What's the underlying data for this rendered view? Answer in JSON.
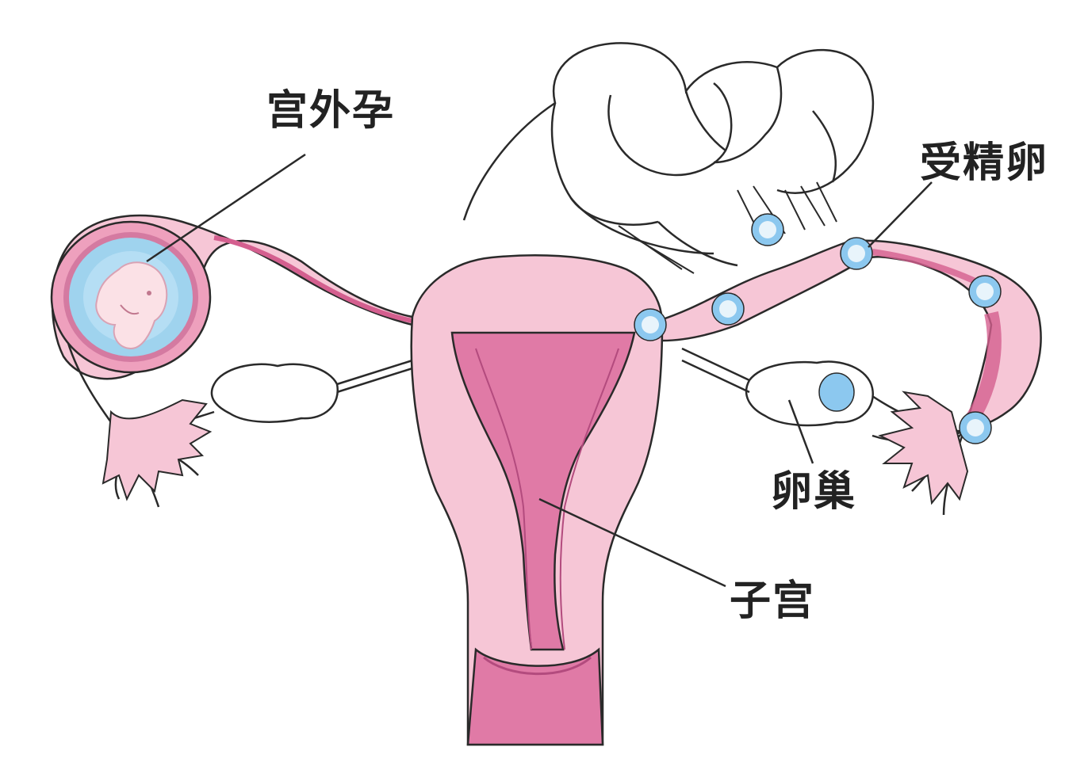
{
  "labels": {
    "ectopic_pregnancy": "宫外孕",
    "fertilized_egg": "受精卵",
    "ovary": "卵巢",
    "uterus": "子宫"
  },
  "colors": {
    "tissue_light": "#f6c6d6",
    "tissue_mid": "#eea0bd",
    "tissue_dark": "#d45f8f",
    "outline": "#2a2a2a",
    "cavity": "#e07aa6",
    "sac_blue": "#9fd3ee",
    "egg_blue": "#8cc8ef",
    "embryo": "#fbe1e6"
  },
  "icons": {
    "embryo": "embryo-icon",
    "egg": "fertilized-egg-icon"
  }
}
